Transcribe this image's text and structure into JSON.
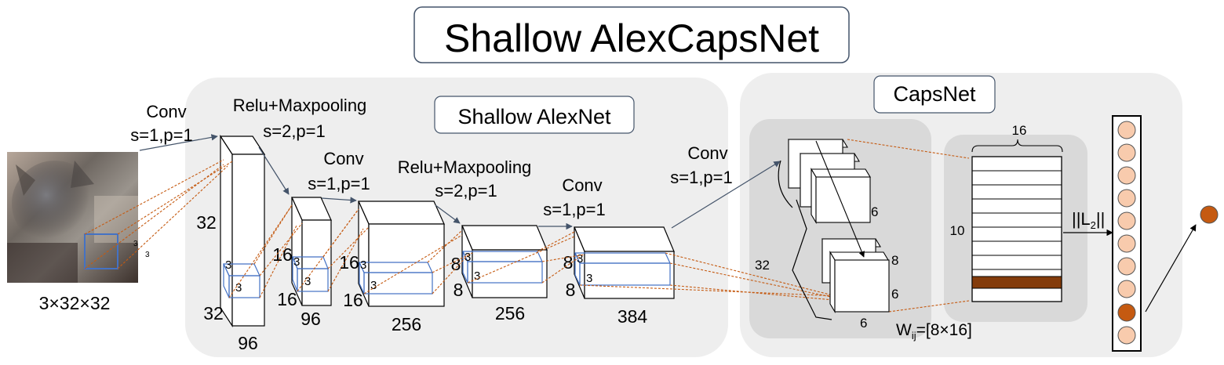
{
  "title": "Shallow AlexCapsNet",
  "sections": {
    "alexnet": "Shallow AlexNet",
    "capsnet": "CapsNet"
  },
  "input": {
    "dims_label": "3×32×32",
    "kernel_h": "3",
    "kernel_w": "3"
  },
  "ops": [
    {
      "l1": "Conv",
      "l2": "s=1,p=1"
    },
    {
      "l1": "Relu+Maxpooling",
      "l2": "s=2,p=1"
    },
    {
      "l1": "Conv",
      "l2": "s=1,p=1"
    },
    {
      "l1": "Relu+Maxpooling",
      "l2": "s=2,p=1"
    },
    {
      "l1": "Conv",
      "l2": "s=1,p=1"
    },
    {
      "l1": "Conv",
      "l2": "s=1,p=1"
    }
  ],
  "blocks": [
    {
      "height": "32",
      "width": "32",
      "depth": "96",
      "k1": "3",
      "k2": "3"
    },
    {
      "height": "16",
      "width": "16",
      "depth": "96",
      "k1": "3",
      "k2": "3"
    },
    {
      "height": "16",
      "width": "16",
      "depth": "256",
      "k1": "3",
      "k2": "3"
    },
    {
      "height": "8",
      "width": "8",
      "depth": "256",
      "k1": "3",
      "k2": "3"
    },
    {
      "height": "8",
      "width": "8",
      "depth": "384",
      "k1": "3",
      "k2": "3"
    }
  ],
  "primary_caps": {
    "top_dim": "6",
    "bottom_dim_a": "8",
    "bottom_dim_b": "6",
    "bottom_dim_c": "6",
    "count": "32"
  },
  "matrix": {
    "cols": "16",
    "rows": "10",
    "weight_label": "W",
    "weight_sub": "ij",
    "weight_dims": "=[8×16]"
  },
  "norm": {
    "pre": "||L",
    "sub": "2",
    "post": "||"
  },
  "colors": {
    "panel": "#eeeeee",
    "inner_panel": "#d9d9d9",
    "dashed": "#c55a11",
    "kernel_blue": "#4472c4",
    "arrow": "#44546a",
    "capsule_fill": "#f8cbad",
    "capsule_active": "#c55a11",
    "matrix_highlight": "#843c0c"
  }
}
